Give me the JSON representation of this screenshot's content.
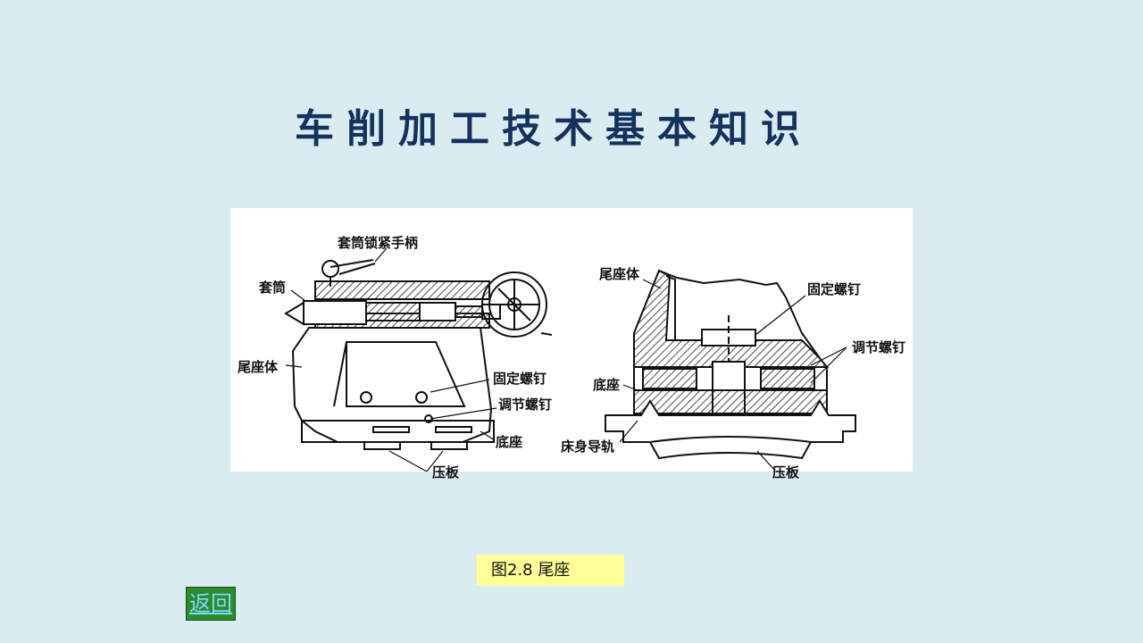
{
  "slide": {
    "title": "车削加工技术基本知识",
    "caption": "图2.8  尾座",
    "back_button": "返回"
  },
  "figure": {
    "left_view": {
      "labels": [
        "套筒锁紧手柄",
        "套筒",
        "尾座体",
        "固定螺钉",
        "调节螺钉",
        "底座",
        "压板"
      ]
    },
    "right_view": {
      "labels": [
        "尾座体",
        "固定螺钉",
        "调节螺钉",
        "底座",
        "床身导轨",
        "压板"
      ]
    }
  },
  "colors": {
    "background": "#daecef",
    "title": "#15325e",
    "caption_bg": "#ffff99",
    "back_bg": "#2c8c2c",
    "back_text": "#7fd7ff"
  }
}
